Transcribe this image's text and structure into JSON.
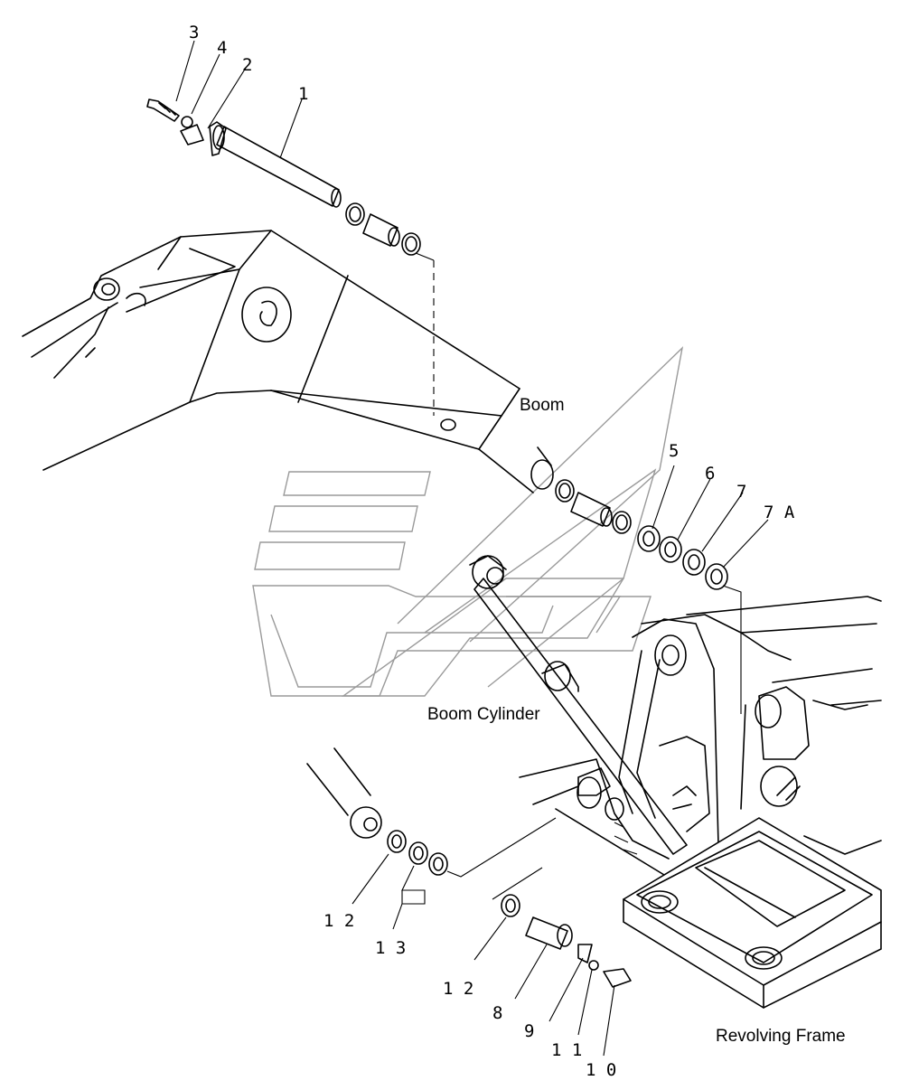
{
  "components": {
    "boom": "Boom",
    "boom_cylinder": "Boom Cylinder",
    "revolving_frame": "Revolving Frame"
  },
  "callouts": {
    "p1": "1",
    "p2": "2",
    "p3": "3",
    "p4": "4",
    "p5": "5",
    "p6": "6",
    "p7": "7",
    "p7a": "7 A",
    "p8": "8",
    "p9": "9",
    "p10": "1 0",
    "p11": "1 1",
    "p12a": "1 2",
    "p12b": "1 2",
    "p13": "1 3"
  }
}
